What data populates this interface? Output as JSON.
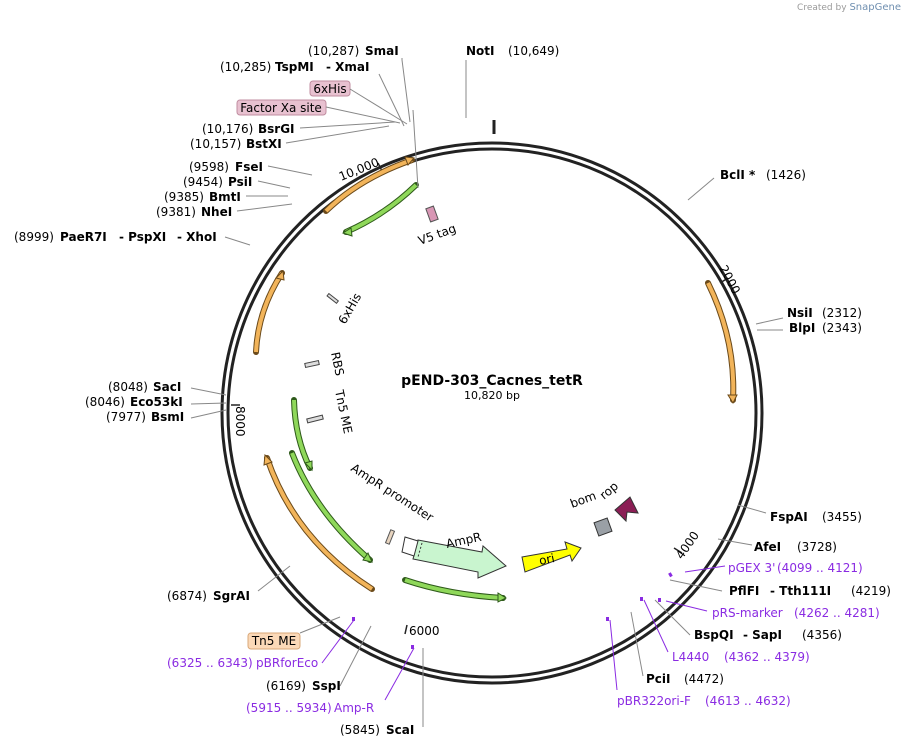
{
  "branding": {
    "created_by": "Created by",
    "app": "SnapGene"
  },
  "plasmid": {
    "name": "pEND-303_Cacnes_tetR",
    "size": "10,820 bp"
  },
  "ticks": {
    "t2000": "2000",
    "t4000": "4000",
    "t6000": "6000",
    "t8000": "8000",
    "t10000": "10,000"
  },
  "sites": {
    "smai": {
      "pos": "(10,287)",
      "name": "SmaI"
    },
    "tspmi": {
      "pos": "(10,285)",
      "name": "TspMI",
      "name2": "- XmaI"
    },
    "noti": {
      "pos": "(10,649)",
      "name": "NotI"
    },
    "bsrgi": {
      "pos": "(10,176)",
      "name": "BsrGI"
    },
    "bstxi": {
      "pos": "(10,157)",
      "name": "BstXI"
    },
    "fsei": {
      "pos": "(9598)",
      "name": "FseI"
    },
    "psii": {
      "pos": "(9454)",
      "name": "PsiI"
    },
    "bmti": {
      "pos": "(9385)",
      "name": "BmtI"
    },
    "nhei": {
      "pos": "(9381)",
      "name": "NheI"
    },
    "paer7i": {
      "pos": "(8999)",
      "name": "PaeR7I",
      "name2": "- PspXI",
      "name3": "- XhoI"
    },
    "bcli": {
      "pos": "(1426)",
      "name": "BclI *"
    },
    "nsii": {
      "pos": "(2312)",
      "name": "NsiI"
    },
    "blpi": {
      "pos": "(2343)",
      "name": "BlpI"
    },
    "saci": {
      "pos": "(8048)",
      "name": "SacI"
    },
    "eco53ki": {
      "pos": "(8046)",
      "name": "Eco53kI"
    },
    "bsmi": {
      "pos": "(7977)",
      "name": "BsmI"
    },
    "fspai": {
      "pos": "(3455)",
      "name": "FspAI"
    },
    "afei": {
      "pos": "(3728)",
      "name": "AfeI"
    },
    "pflfi": {
      "pos": "(4219)",
      "name": "PflFI",
      "name2": "- Tth111I"
    },
    "bspqi": {
      "pos": "(4356)",
      "name": "BspQI",
      "name2": "- SapI"
    },
    "pcii": {
      "pos": "(4472)",
      "name": "PciI"
    },
    "sgrai": {
      "pos": "(6874)",
      "name": "SgrAI"
    },
    "sspi": {
      "pos": "(6169)",
      "name": "SspI"
    },
    "scai": {
      "pos": "(5845)",
      "name": "ScaI"
    }
  },
  "primers": {
    "pgex3": {
      "name": "pGEX 3'",
      "range": "(4099 .. 4121)"
    },
    "prsmarker": {
      "name": "pRS-marker",
      "range": "(4262 .. 4281)"
    },
    "l4440": {
      "name": "L4440",
      "range": "(4362 .. 4379)"
    },
    "pbr322ori": {
      "name": "pBR322ori-F",
      "range": "(4613 .. 4632)"
    },
    "pbrforeco": {
      "name": "pBRforEco",
      "range": "(6325 .. 6343)"
    },
    "ampr_primer": {
      "name": "Amp-R",
      "range": "(5915 .. 5934)"
    }
  },
  "features": {
    "his_box": "6xHis",
    "factor_xa": "Factor Xa site",
    "v5tag": "V5 tag",
    "his_inner": "6xHis",
    "rbs": "RBS",
    "tn5me_inner": "Tn5 ME",
    "ampr_promoter": "AmpR promoter",
    "ampr": "AmpR",
    "ori": "ori",
    "bom": "bom",
    "rop": "rop",
    "tn5me_box": "Tn5 ME"
  },
  "colors": {
    "backbone": "#222222",
    "orange_arrow": "#f2b45a",
    "green_arrow": "#8fd85a",
    "ampr_fill": "#c9f5cf",
    "ori_fill": "#ffff00",
    "rop_fill": "#8b1e55",
    "bom_fill": "#9aa0a6",
    "primer": "#8a2be2",
    "his_box_fill": "#e8c1d0",
    "tn5_box_fill": "#fbd9b8"
  }
}
